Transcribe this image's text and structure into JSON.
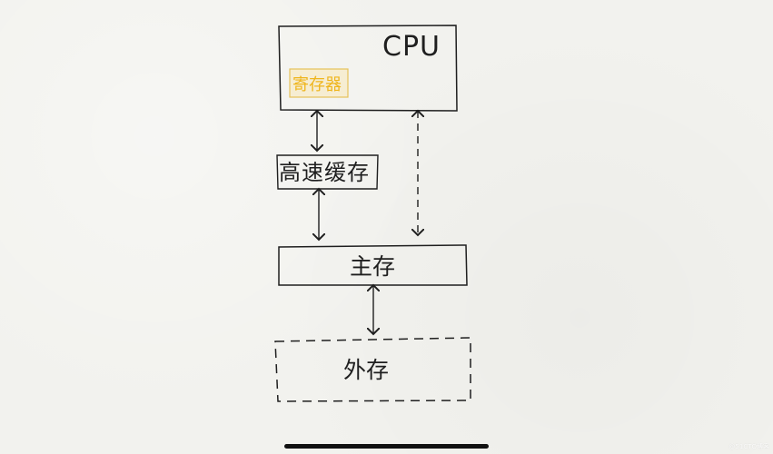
{
  "diagram": {
    "cpu_label": "CPU",
    "register_label": "寄存器",
    "cache_label": "高速缓存",
    "main_memory_label": "主存",
    "external_storage_label": "外存",
    "watermark_text": "@51CTO博客",
    "colors": {
      "background": "#f2f2ee",
      "stroke": "#1f1f1f",
      "register_fill": "#f6edd2",
      "register_text": "#efb51c"
    }
  }
}
